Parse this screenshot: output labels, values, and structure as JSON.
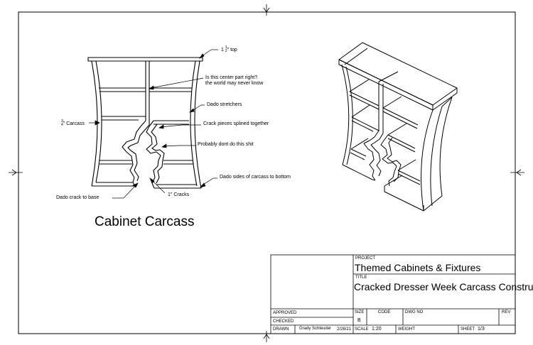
{
  "drawing": {
    "title": "Cabinet Carcass"
  },
  "callouts": {
    "top": "1 ½\" top",
    "top_whole": "1",
    "top_num": "1",
    "top_den": "2",
    "top_rest": "\" top",
    "center_line1": "Is this center part right?",
    "center_line2": "the world may never know",
    "dado_stretchers": "Dado stretchers",
    "carcass": "¾\" Carcass",
    "carcass_num": "3",
    "carcass_den": "4",
    "carcass_rest": "\" Carcass",
    "crack_pieces": "Crack pieces splined together",
    "probably": "Probably dont do this shit",
    "dado_sides": "Dado sides of carcass to bottom",
    "dado_crack": "Dado crack to base",
    "cracks": "1\" Cracks"
  },
  "title_block": {
    "project_label": "PROJECT",
    "project": "Themed Cabinets & Fixtures",
    "title_label": "TITLE",
    "title": "Cracked Dresser Week Carcass Construction",
    "approved_label": "APPROVED",
    "checked_label": "CHECKED",
    "drawn_label": "DRAWN",
    "drawn_by": "Grady Schleuder",
    "drawn_date": "2/26/21",
    "size_label": "SIZE",
    "size": "B",
    "code_label": "CODE",
    "dwg_no_label": "DWG NO",
    "rev_label": "REV",
    "scale_label": "SCALE",
    "scale": "1:20",
    "weight_label": "WEIGHT",
    "sheet_label": "SHEET",
    "sheet": "1/3"
  }
}
